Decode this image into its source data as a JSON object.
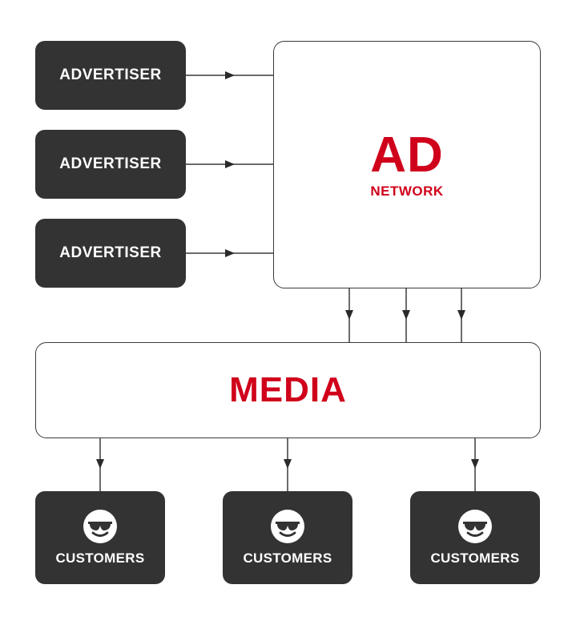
{
  "advertisers": [
    {
      "label": "ADVERTISER"
    },
    {
      "label": "ADVERTISER"
    },
    {
      "label": "ADVERTISER"
    }
  ],
  "ad_network": {
    "title": "AD",
    "subtitle": "NETWORK"
  },
  "media": {
    "title": "MEDIA"
  },
  "customers": [
    {
      "label": "CUSTOMERS",
      "icon": "smiley-sunglasses-icon"
    },
    {
      "label": "CUSTOMERS",
      "icon": "smiley-sunglasses-icon"
    },
    {
      "label": "CUSTOMERS",
      "icon": "smiley-sunglasses-icon"
    }
  ],
  "colors": {
    "accent": "#d0021b",
    "dark_box": "#333333",
    "line": "#3a3a3a"
  }
}
